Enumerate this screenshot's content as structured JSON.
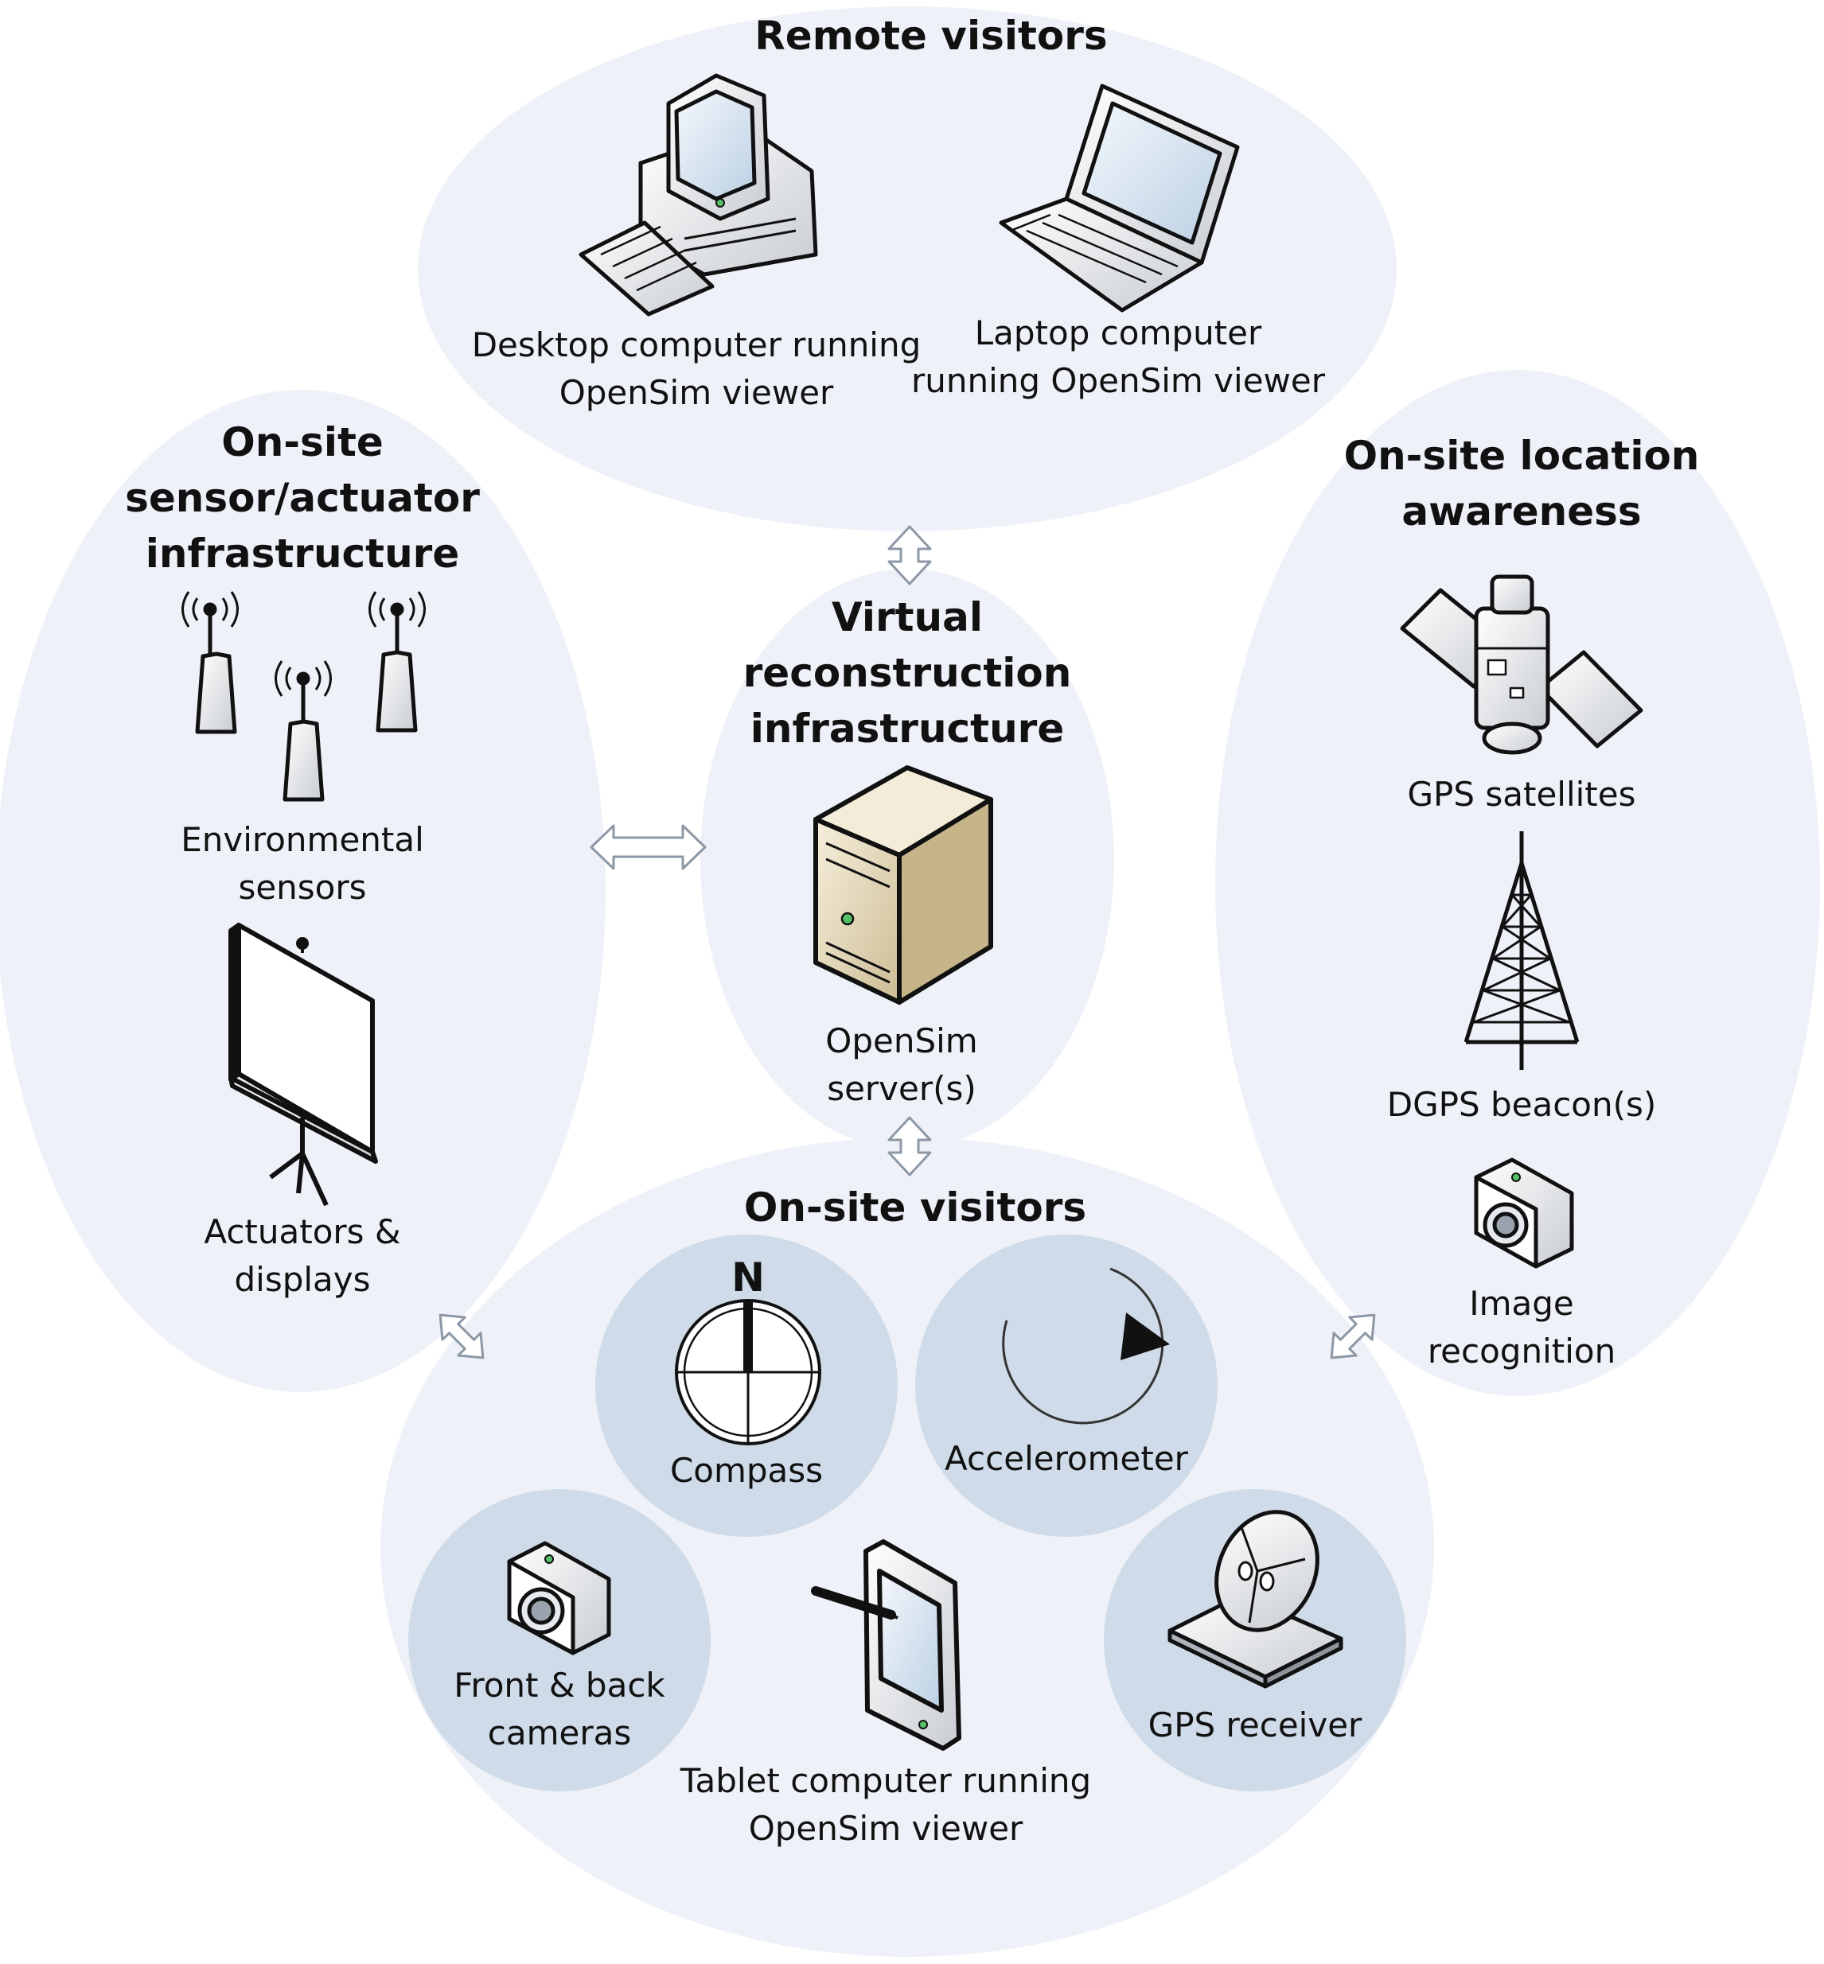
{
  "colors": {
    "group_fill": "#eef2f8",
    "sub_fill": "#cfdbe8",
    "arrow_fill": "#ffffff",
    "arrow_stroke": "#8c98a6",
    "server": "#e8dcc0",
    "text": "#111111"
  },
  "groups": {
    "remote": {
      "title": "Remote visitors",
      "desktop_line1": "Desktop computer running",
      "desktop_line2": "OpenSim viewer",
      "laptop_line1": "Laptop computer",
      "laptop_line2": "running OpenSim viewer"
    },
    "sensor": {
      "title_line1": "On-site",
      "title_line2": "sensor/actuator",
      "title_line3": "infrastructure",
      "env_line1": "Environmental",
      "env_line2": "sensors",
      "act_line1": "Actuators &",
      "act_line2": "displays"
    },
    "virtual": {
      "title_line1": "Virtual",
      "title_line2": "reconstruction",
      "title_line3": "infrastructure",
      "server_line1": "OpenSim",
      "server_line2": "server(s)"
    },
    "location": {
      "title_line1": "On-site location",
      "title_line2": "awareness",
      "gps_sat": "GPS satellites",
      "dgps": "DGPS beacon(s)",
      "img_line1": "Image",
      "img_line2": "recognition"
    },
    "onsite": {
      "title": "On-site visitors",
      "compass": "Compass",
      "compass_n": "N",
      "accelerometer": "Accelerometer",
      "cameras_line1": "Front & back",
      "cameras_line2": "cameras",
      "tablet_line1": "Tablet computer running",
      "tablet_line2": "OpenSim viewer",
      "gps_receiver": "GPS receiver"
    }
  },
  "icons": {
    "desktop": "desktop-computer-icon",
    "laptop": "laptop-icon",
    "sensor": "antenna-sensor-icon",
    "screen": "projector-screen-icon",
    "server": "server-tower-icon",
    "satellite": "satellite-icon",
    "tower": "radio-tower-icon",
    "camera": "camera-icon",
    "compass": "compass-icon",
    "accelerometer": "rotation-arrow-icon",
    "tablet": "tablet-icon",
    "dish": "satellite-dish-icon"
  }
}
